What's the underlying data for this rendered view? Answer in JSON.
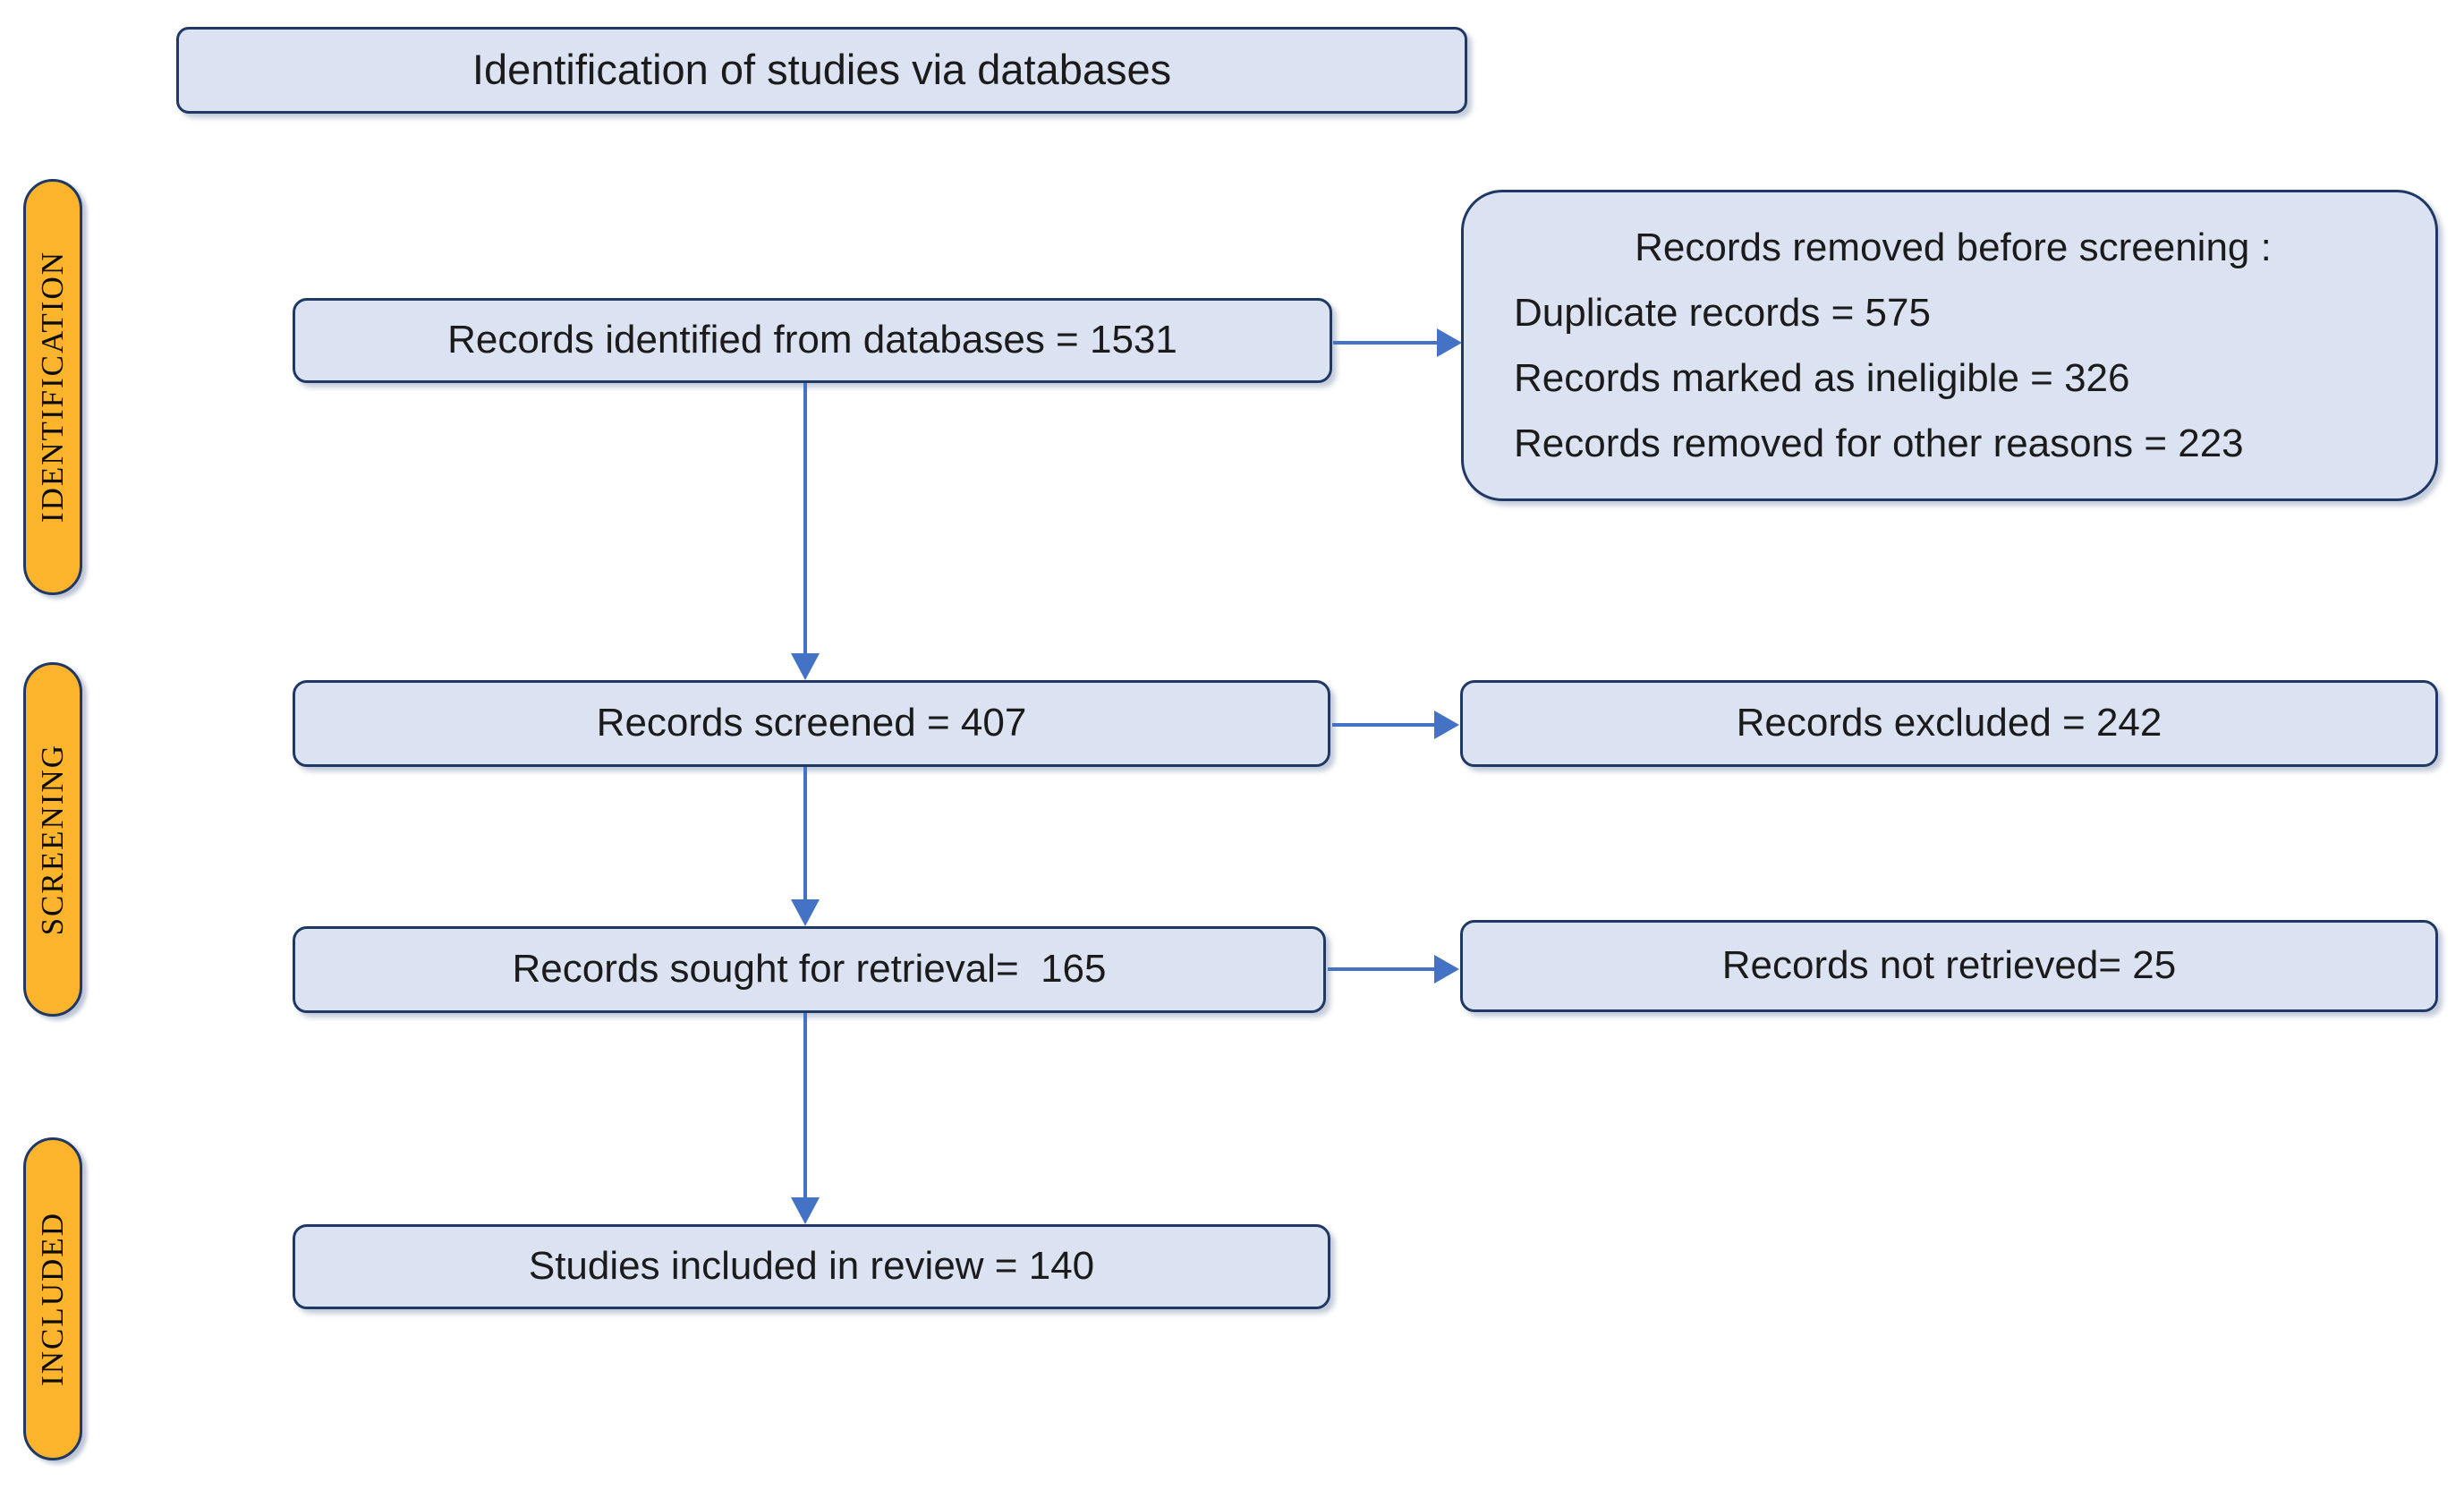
{
  "diagram": {
    "title": "Identification of studies via databases",
    "stages": [
      {
        "id": "identification",
        "label": "IDENTIFICATION"
      },
      {
        "id": "screening",
        "label": "SCREENING"
      },
      {
        "id": "included",
        "label": "INCLUDED"
      }
    ],
    "boxes": {
      "identified": {
        "label": "Records identified from databases = 1531"
      },
      "removed": {
        "title": "Records removed before screening :",
        "lines": [
          "Duplicate records = 575",
          "Records marked as ineligible = 326",
          "Records removed for other reasons = 223"
        ]
      },
      "screened": {
        "label": "Records screened = 407"
      },
      "excluded": {
        "label": "Records excluded = 242"
      },
      "sought": {
        "label": "Records sought for retrieval=  165"
      },
      "not_retrieved": {
        "label": "Records not retrieved= 25"
      },
      "included": {
        "label": "Studies included in review = 140"
      }
    },
    "colors": {
      "box_fill": "#dbe3f2",
      "box_border": "#1f3864",
      "stage_fill": "#fbb42c",
      "arrow": "#4472c4",
      "text": "#1b1b1b"
    }
  }
}
